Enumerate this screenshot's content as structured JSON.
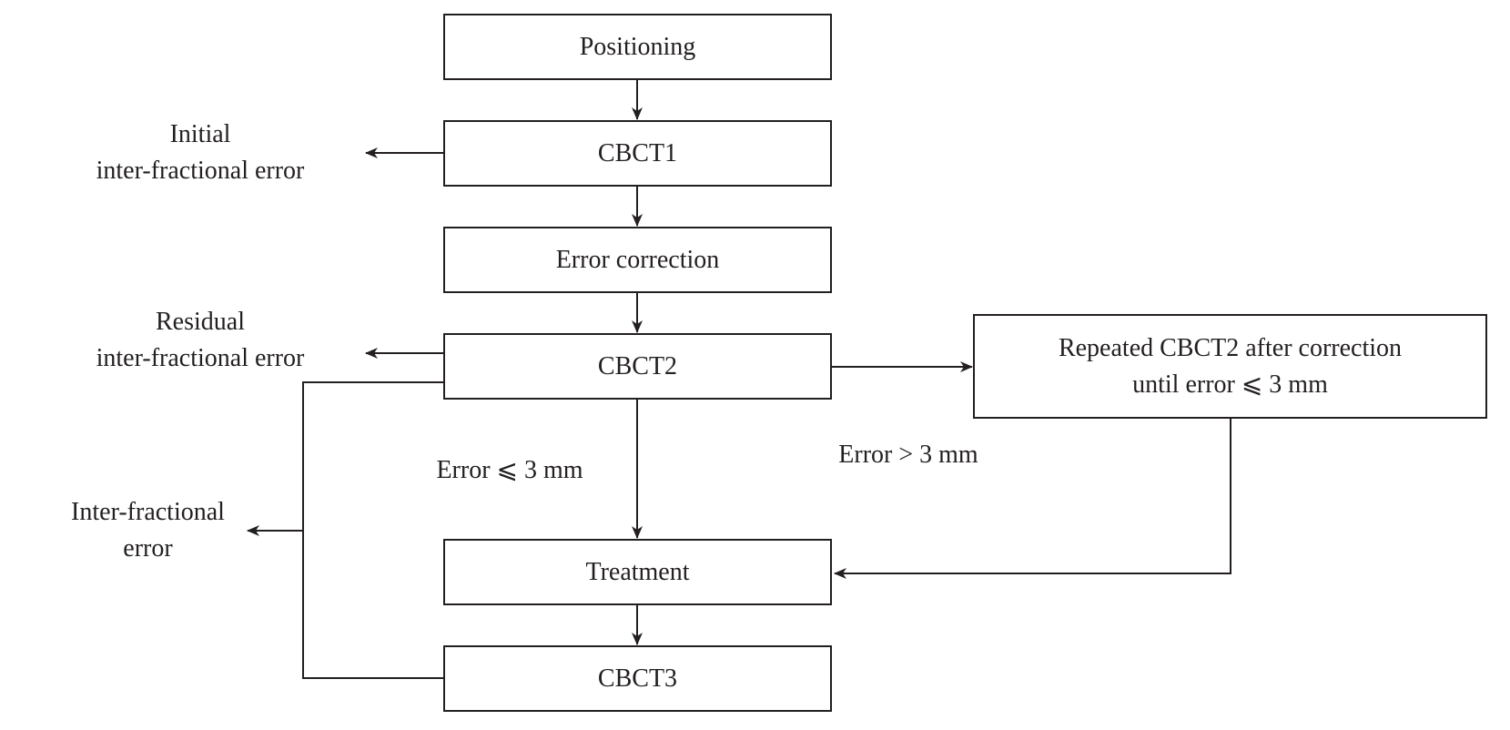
{
  "nodes": {
    "positioning": "Positioning",
    "cbct1": "CBCT1",
    "error_correction": "Error correction",
    "cbct2": "CBCT2",
    "treatment": "Treatment",
    "cbct3": "CBCT3",
    "repeated": {
      "line1": "Repeated CBCT2 after correction",
      "line2": "until error ⩽ 3 mm"
    }
  },
  "labels": {
    "initial": {
      "line1": "Initial",
      "line2": "inter-fractional error"
    },
    "residual": {
      "line1": "Residual",
      "line2": "inter-fractional error"
    },
    "inter": {
      "line1": "Inter-fractional",
      "line2": "error"
    },
    "error_le": "Error ⩽ 3 mm",
    "error_gt": "Error > 3 mm"
  },
  "colors": {
    "stroke": "#231f20",
    "background": "#ffffff"
  }
}
